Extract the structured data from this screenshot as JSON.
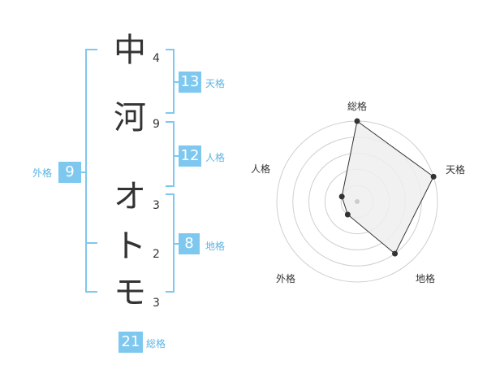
{
  "name_chars": [
    {
      "char": "中",
      "strokes": "4"
    },
    {
      "char": "河",
      "strokes": "9"
    },
    {
      "char": "オ",
      "strokes": "3"
    },
    {
      "char": "ト",
      "strokes": "2"
    },
    {
      "char": "モ",
      "strokes": "3"
    }
  ],
  "fortunes": {
    "tenkaku": {
      "value": "13",
      "label": "天格"
    },
    "jinkaku": {
      "value": "12",
      "label": "人格"
    },
    "chikaku": {
      "value": "8",
      "label": "地格"
    },
    "gaikaku": {
      "value": "9",
      "label": "外格"
    },
    "soukaku": {
      "value": "21",
      "label": "総格"
    }
  },
  "colors": {
    "bracket": "#7ec8ef",
    "badge": "#7ec8ef",
    "label": "#5cb4e4",
    "radar_fill": "#efefef"
  },
  "chart_data": {
    "type": "radar",
    "axes": [
      "総格",
      "天格",
      "地格",
      "外格",
      "人格"
    ],
    "values": [
      5,
      5,
      4,
      1,
      1
    ],
    "max": 5,
    "rings": 5
  }
}
